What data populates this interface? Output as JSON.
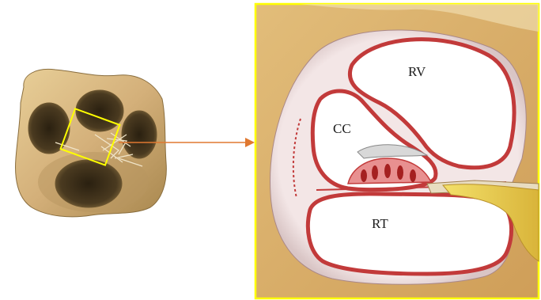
{
  "labels": {
    "rv": "RV",
    "cc": "CC",
    "rt": "RT"
  },
  "colors": {
    "bone": "#d8b578",
    "bone_dark": "#4a3a1e",
    "frame": "#ffff00",
    "arrow": "#e07830",
    "background": "#ffffff",
    "membrane": "#c23a3a",
    "panel_fill": "#d9b06a",
    "nerve": "#e8d24a"
  }
}
